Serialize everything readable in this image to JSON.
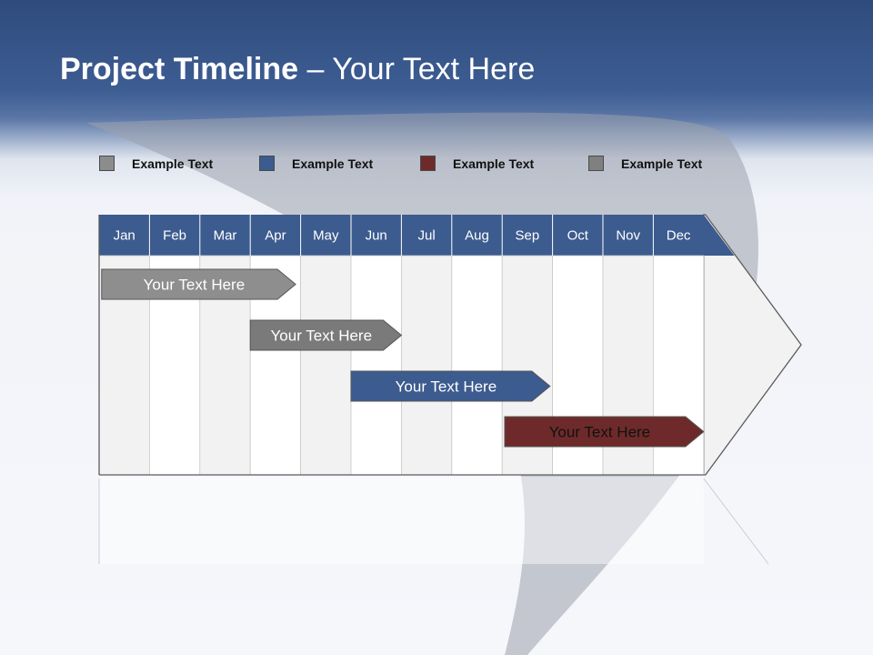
{
  "title": {
    "bold": "Project Timeline",
    "rest": " – Your Text Here"
  },
  "legend": [
    {
      "label": "Example Text",
      "color": "#8c8c8c"
    },
    {
      "label": "Example Text",
      "color": "#3c5b8e"
    },
    {
      "label": "Example Text",
      "color": "#6e2a2a"
    },
    {
      "label": "Example Text",
      "color": "#808080"
    }
  ],
  "timeline": {
    "months": [
      "Jan",
      "Feb",
      "Mar",
      "Apr",
      "May",
      "Jun",
      "Jul",
      "Aug",
      "Sep",
      "Oct",
      "Nov",
      "Dec"
    ],
    "header_color": "#3c5b8e",
    "tasks": [
      {
        "label": "Your  Text Here",
        "start": 0.05,
        "end": 3.9,
        "color": "#8e8e8e",
        "text_color": "#ffffff"
      },
      {
        "label": "Your  Text Here",
        "start": 3.0,
        "end": 6.0,
        "color": "#7a7a7a",
        "text_color": "#ffffff"
      },
      {
        "label": "Your  Text Here",
        "start": 5.0,
        "end": 8.95,
        "color": "#3c5b8e",
        "text_color": "#ffffff"
      },
      {
        "label": "Your  Text Here",
        "start": 8.05,
        "end": 12.0,
        "color": "#6e2a2a",
        "text_color": "#111111"
      }
    ]
  }
}
